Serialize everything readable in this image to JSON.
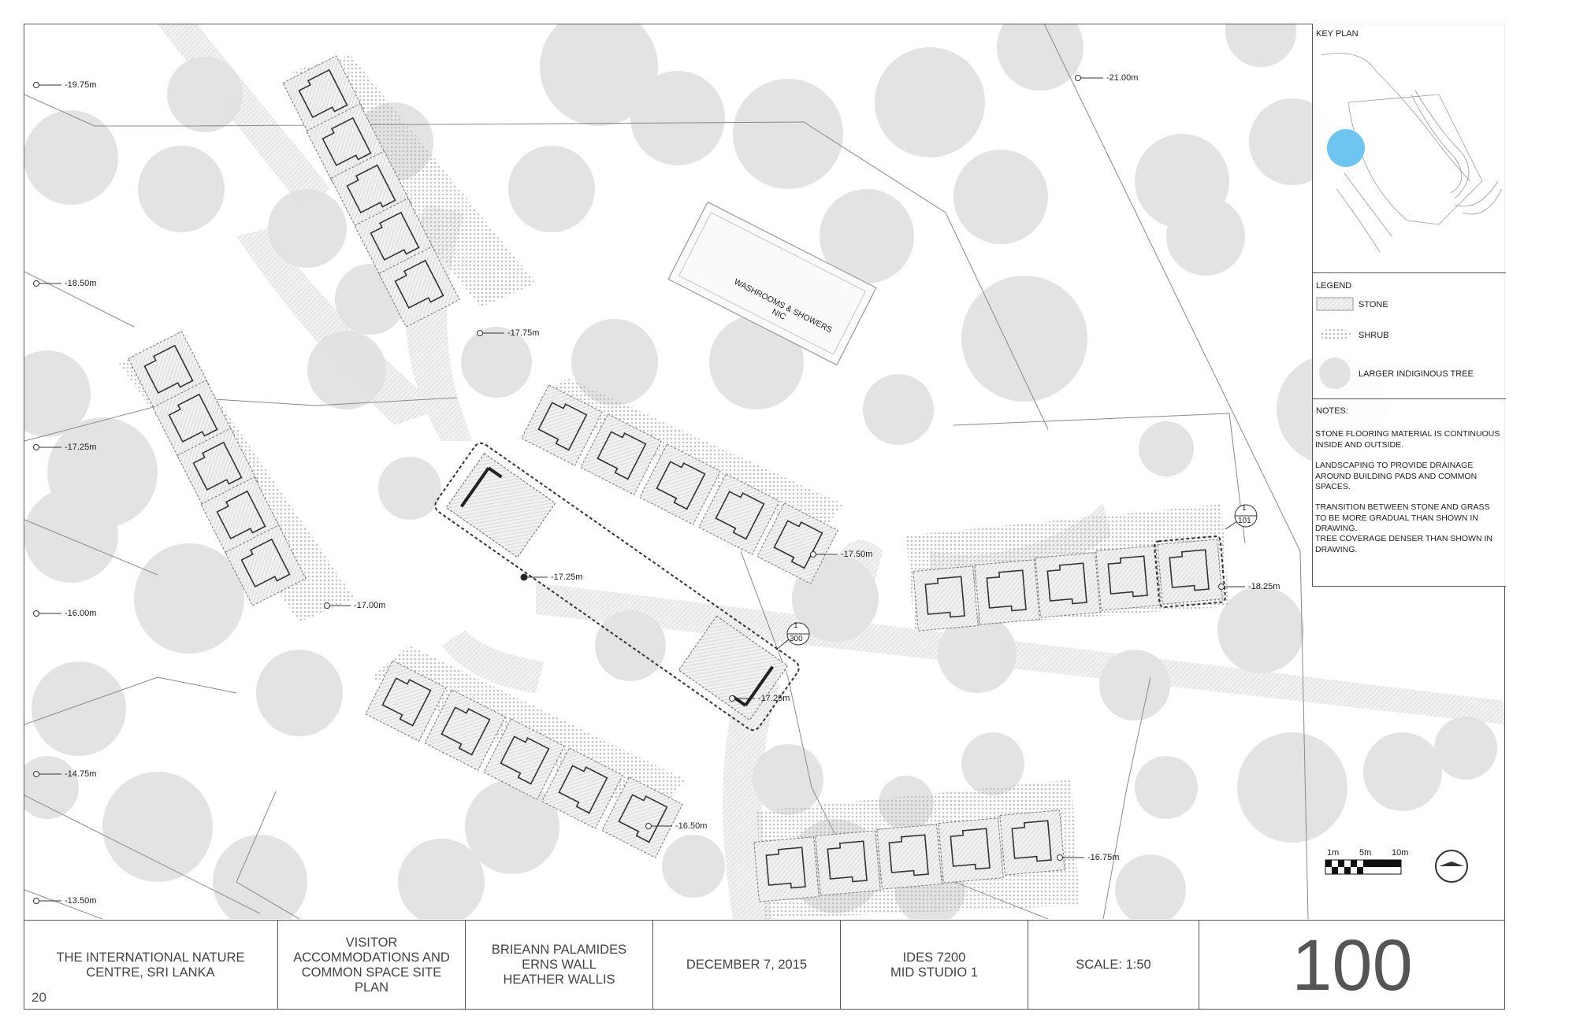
{
  "elevation_markers": {
    "left": [
      "-19.75m",
      "-18.50m",
      "-17.25m",
      "-16.00m",
      "-14.75m",
      "-13.50m"
    ],
    "top_right": "-21.00m",
    "cluster_nw": "-17.75m",
    "cluster_w": "-17.00m",
    "pavilion_center": "-17.25m",
    "pavilion_se": "-17.25m",
    "cluster_center": "-17.50m",
    "cluster_east": "-18.25m",
    "cluster_sw": "-16.50m",
    "cluster_south": "-16.75m"
  },
  "annotations": {
    "washrooms": "WASHROOMS & SHOWERS",
    "washrooms_nic": "NIC",
    "section_tag_a_top": "1",
    "section_tag_a_bottom": "300",
    "section_tag_b_top": "1",
    "section_tag_b_bottom": "101"
  },
  "key_plan": {
    "heading": "KEY PLAN",
    "marker_color": "#6ec6f0"
  },
  "legend": {
    "heading": "LEGEND",
    "items": [
      {
        "icon": "stone-hatch-swatch",
        "label": "STONE"
      },
      {
        "icon": "shrub-icon",
        "label": "SHRUB"
      },
      {
        "icon": "tree-icon",
        "label": "LARGER INDIGINOUS TREE"
      }
    ]
  },
  "notes": {
    "heading": "NOTES:",
    "items": [
      "STONE FLOORING MATERIAL IS CONTINUOUS INSIDE AND OUTSIDE.",
      "LANDSCAPING TO PROVIDE DRAINAGE AROUND BUILDING PADS AND COMMON SPACES.",
      "TRANSITION BETWEEN STONE AND GRASS TO BE MORE GRADUAL THAN SHOWN IN DRAWING.",
      "TREE COVERAGE DENSER THAN SHOWN IN DRAWING."
    ]
  },
  "scale_bar": {
    "labels": [
      "1m",
      "5m",
      "10m"
    ]
  },
  "title_block": {
    "project": "THE INTERNATIONAL NATURE CENTRE, SRI LANKA",
    "page_number": "20",
    "drawing_title": "VISITOR ACCOMMODATIONS AND COMMON SPACE SITE PLAN",
    "authors": [
      "BRIEANN PALAMIDES",
      "ERNS WALL",
      "HEATHER WALLIS"
    ],
    "date": "DECEMBER 7, 2015",
    "course": [
      "IDES 7200",
      "MID STUDIO 1"
    ],
    "scale": "SCALE: 1:50",
    "sheet_number": "100"
  },
  "colors": {
    "tree": "#e2e2e2",
    "stone": "#efefef",
    "line": "#888888",
    "key_marker": "#6ec6f0"
  }
}
